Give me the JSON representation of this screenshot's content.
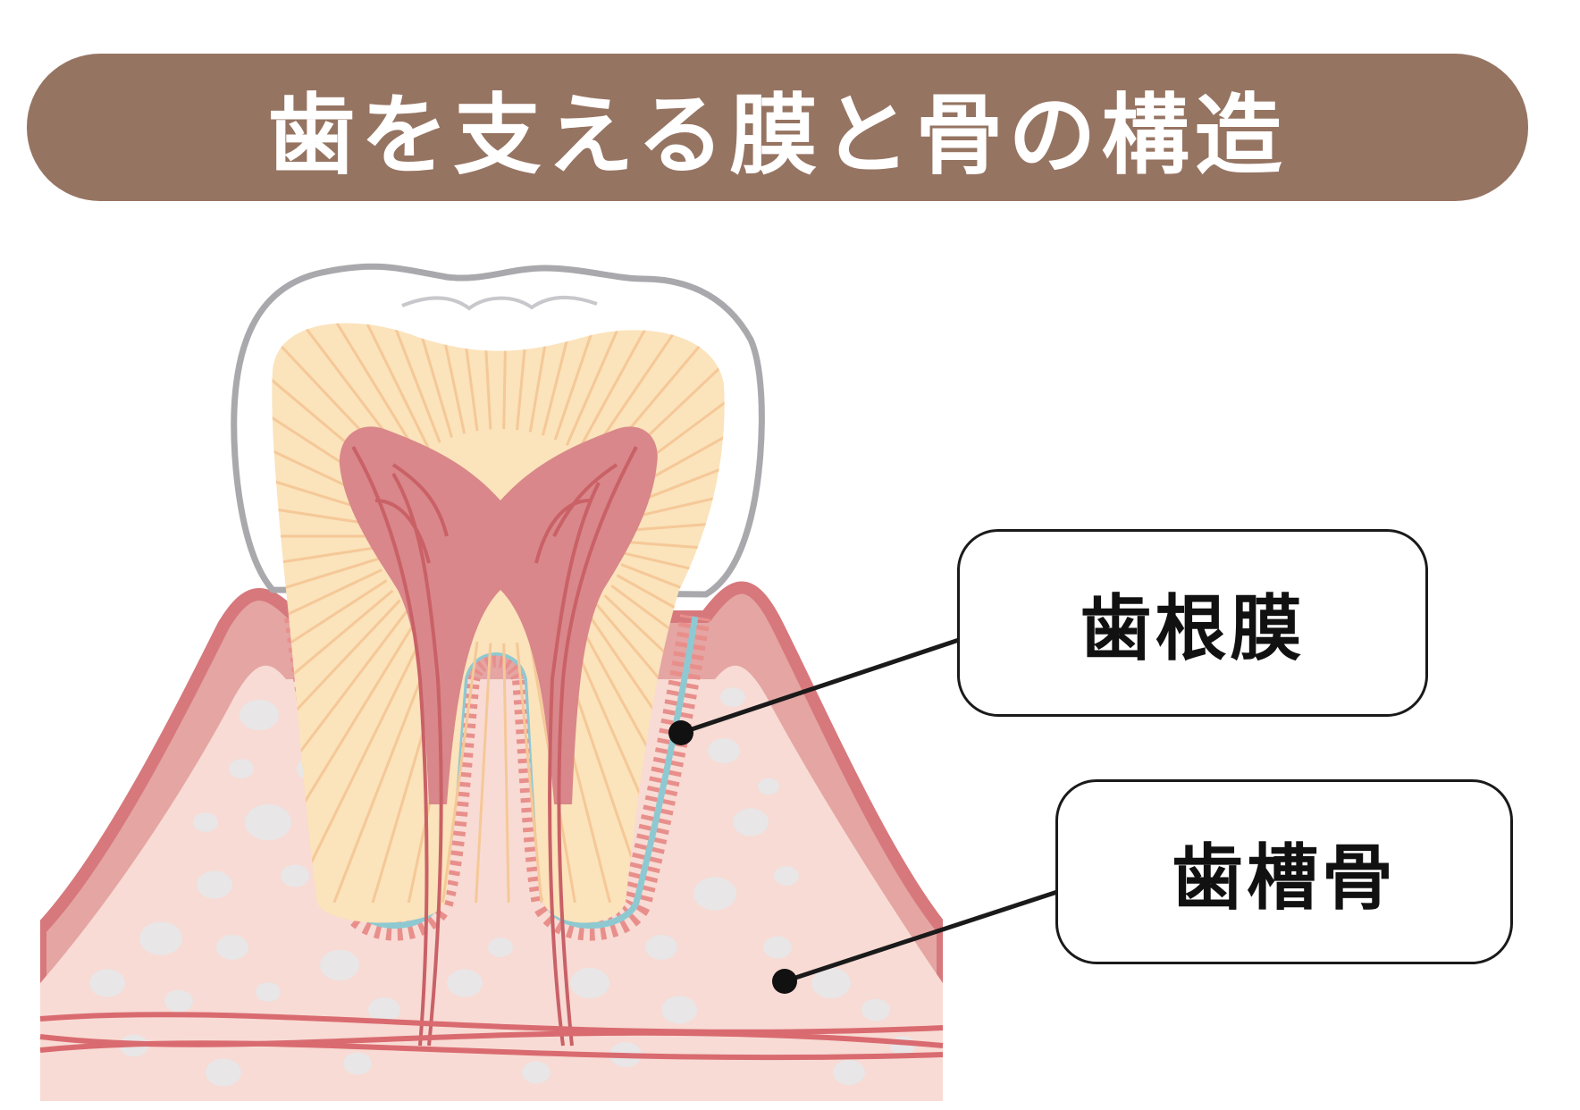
{
  "title": "歯を支える膜と骨の構造",
  "labels": {
    "periodontal_ligament": "歯根膜",
    "alveolar_bone": "歯槽骨"
  },
  "colors": {
    "banner": "#967462",
    "gum": "#e4a5a3",
    "gum_edge": "#d7787c",
    "bone": "#f8dbd4",
    "bone_spot": "#e8e6e7",
    "dentin": "#fbe3bb",
    "dentin_line": "#f5c898",
    "pulp": "#d9878a",
    "nerve": "#c96167",
    "enamel_outline": "#a9a9ad",
    "ligament": "#8ec9d2"
  }
}
